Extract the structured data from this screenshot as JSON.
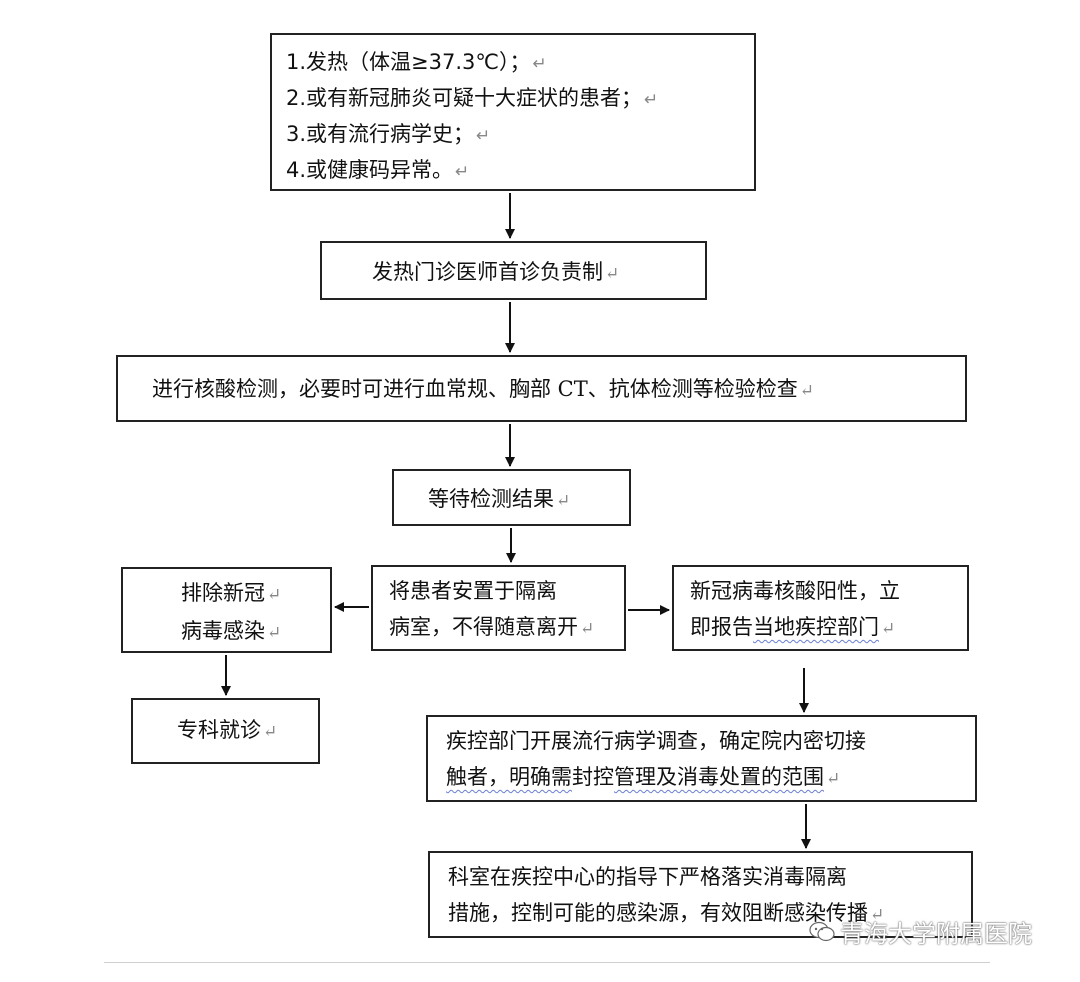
{
  "criteria": [
    "1.发热（体温≥37.3℃）；",
    "2.或有新冠肺炎可疑十大症状的患者；",
    "3.或有流行病学史；",
    "4.或健康码异常。"
  ],
  "paragraph_mark": "↵",
  "step_first_visit": "发热门诊医师首诊负责制",
  "step_testing": "进行核酸检测，必要时可进行血常规、胸部 CT、抗体检测等检验检查",
  "step_wait": "等待检测结果",
  "isolation": {
    "line1": "将患者安置于隔离",
    "line2": "病室，不得随意离开"
  },
  "negative": {
    "line1": "排除新冠",
    "line2": "病毒感染"
  },
  "positive": {
    "line1": "新冠病毒核酸阳性，立",
    "line2_a": "即报告",
    "line2_b": "当地疾控部门"
  },
  "specialist": "专科就诊",
  "investigation": {
    "line1": "疾控部门开展流行病学调查，确定院内密切接",
    "line2_a": "触者，明确需",
    "line2_b": "封控",
    "line2_c": "管理及消毒处置的范围"
  },
  "disinfection": {
    "line1": "科室在疾控中心的指导下严格落实消毒隔离",
    "line2": "措施，控制可能的感染源，有效阻断感染传播"
  },
  "watermark": "青海大学附属医院"
}
